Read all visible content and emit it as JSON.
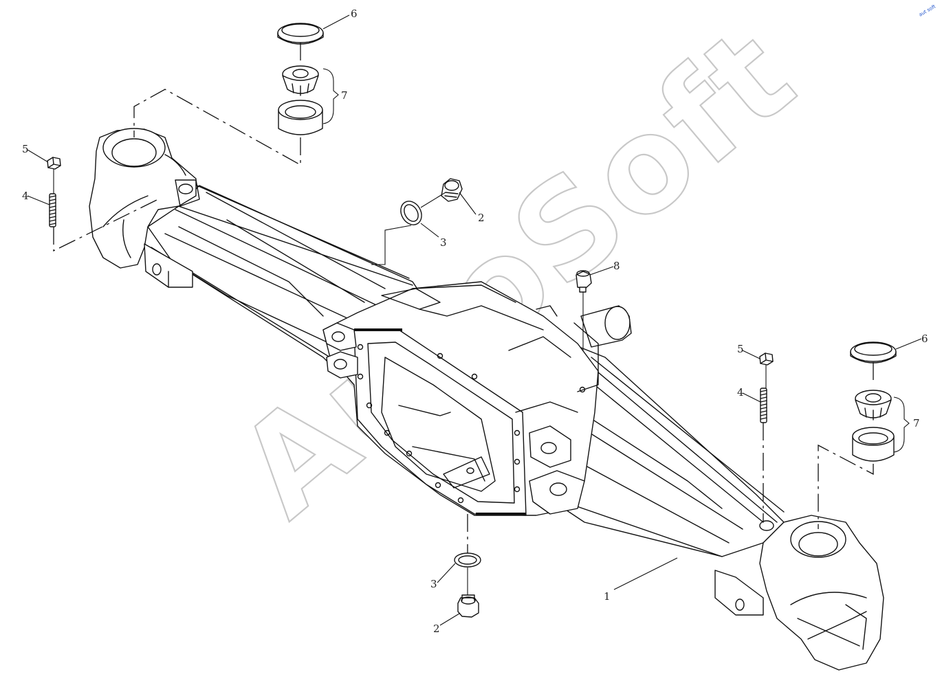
{
  "watermark": {
    "text": "AutoSoft"
  },
  "corner_mark": {
    "text": "aut soft"
  },
  "callouts": {
    "c1": "1",
    "c2a": "2",
    "c2b": "2",
    "c3a": "3",
    "c3b": "3",
    "c4a": "4",
    "c4b": "4",
    "c5a": "5",
    "c5b": "5",
    "c6a": "6",
    "c6b": "6",
    "c7a": "7",
    "c7b": "7",
    "c8": "8"
  }
}
